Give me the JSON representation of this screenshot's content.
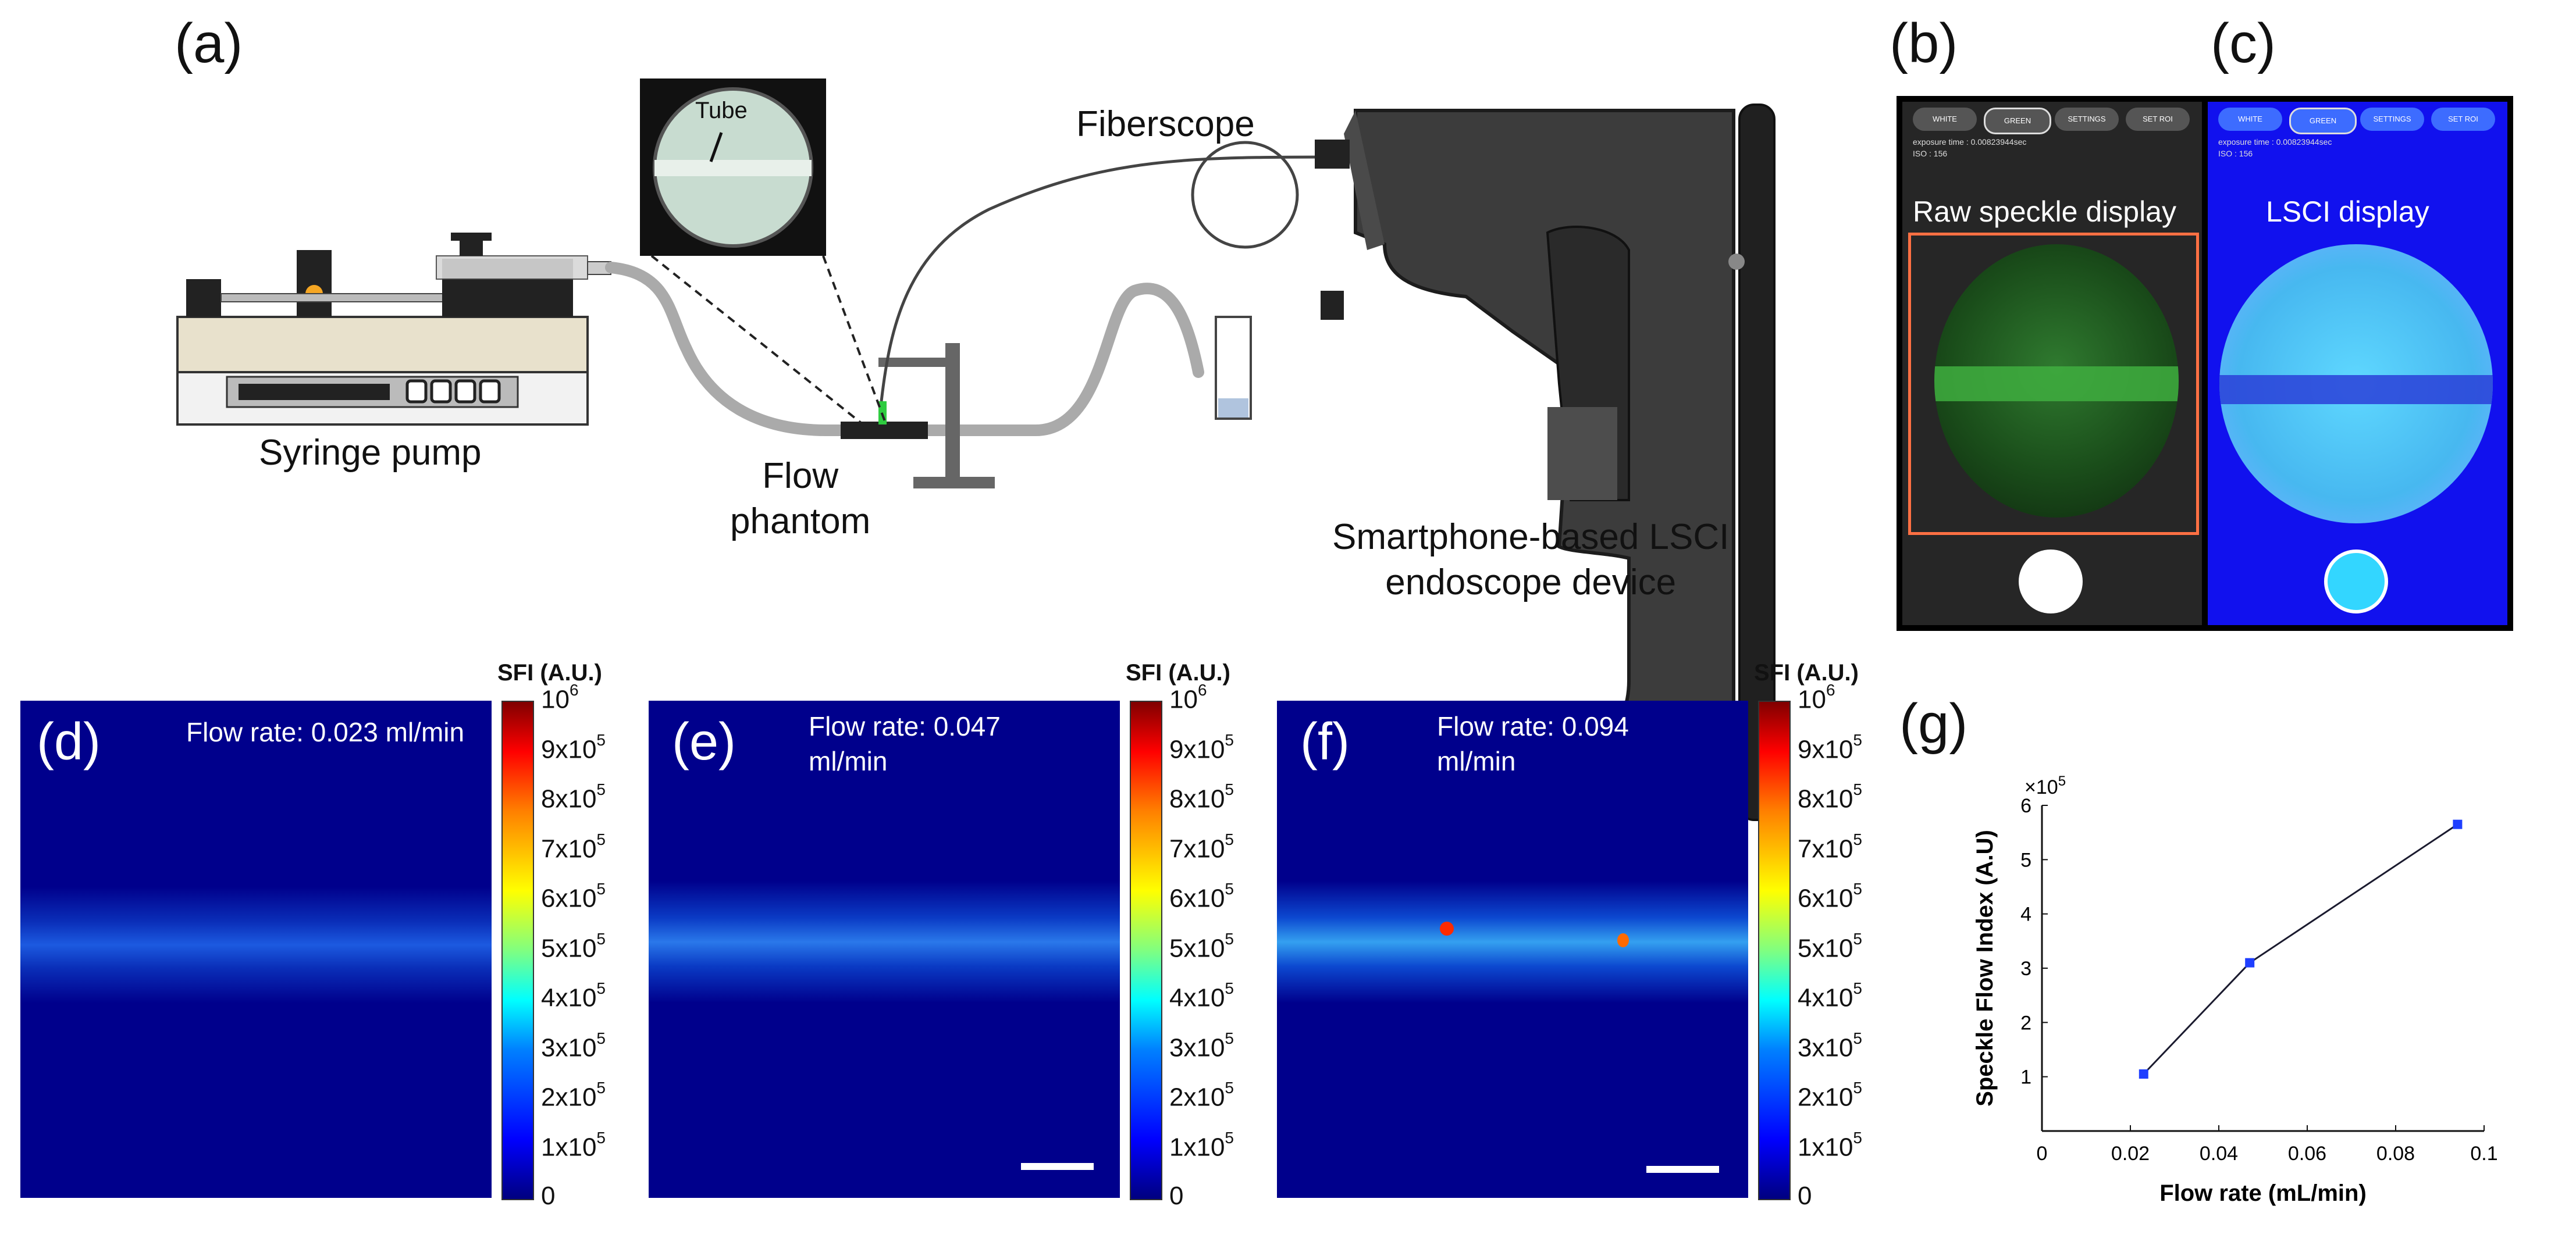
{
  "panels": {
    "a": "(a)",
    "b": "(b)",
    "c": "(c)",
    "d": "(d)",
    "e": "(e)",
    "f": "(f)",
    "g": "(g)"
  },
  "setup": {
    "syringe_pump": "Syringe pump",
    "tube_label": "Tube",
    "fiberscope": "Fiberscope",
    "flow_phantom": "Flow\nphantom",
    "device": "Smartphone-based LSCI\nendoscope device"
  },
  "app": {
    "buttons": [
      "WHITE",
      "GREEN",
      "SETTINGS",
      "SET ROI"
    ],
    "exposure": "exposure time : 0.00823944sec",
    "iso": "ISO : 156",
    "raw_display": "Raw speckle display",
    "lsci_display": "LSCI display"
  },
  "sfi_maps": [
    {
      "flow": "Flow rate: 0.023 ml/min"
    },
    {
      "flow": "Flow rate: 0.047\nml/min"
    },
    {
      "flow": "Flow rate: 0.094\nml/min"
    }
  ],
  "colorbar": {
    "title": "SFI (A.U.)",
    "ticks": [
      {
        "base": "10",
        "exp": "6"
      },
      {
        "base": "9x10",
        "exp": "5"
      },
      {
        "base": "8x10",
        "exp": "5"
      },
      {
        "base": "7x10",
        "exp": "5"
      },
      {
        "base": "6x10",
        "exp": "5"
      },
      {
        "base": "5x10",
        "exp": "5"
      },
      {
        "base": "4x10",
        "exp": "5"
      },
      {
        "base": "3x10",
        "exp": "5"
      },
      {
        "base": "2x10",
        "exp": "5"
      },
      {
        "base": "1x10",
        "exp": "5"
      },
      {
        "base": "0",
        "exp": ""
      }
    ]
  },
  "chart_data": {
    "type": "line",
    "xlabel": "Flow rate  (mL/min)",
    "ylabel": "Speckle Flow Index (A.U)",
    "y_multiplier": "×10",
    "y_multiplier_exp": "5",
    "x": [
      0.023,
      0.047,
      0.094
    ],
    "series": [
      {
        "values": [
          1.05,
          3.1,
          5.65
        ]
      }
    ],
    "xlim": [
      0,
      0.1
    ],
    "ylim": [
      0,
      6
    ],
    "xticks": [
      "0",
      "0.02",
      "0.04",
      "0.06",
      "0.08",
      "0.1"
    ],
    "yticks": [
      "1",
      "2",
      "3",
      "4",
      "5",
      "6"
    ],
    "grid": false,
    "colors": {
      "line": "#1a1a2e",
      "marker": "#1f3fff"
    }
  }
}
